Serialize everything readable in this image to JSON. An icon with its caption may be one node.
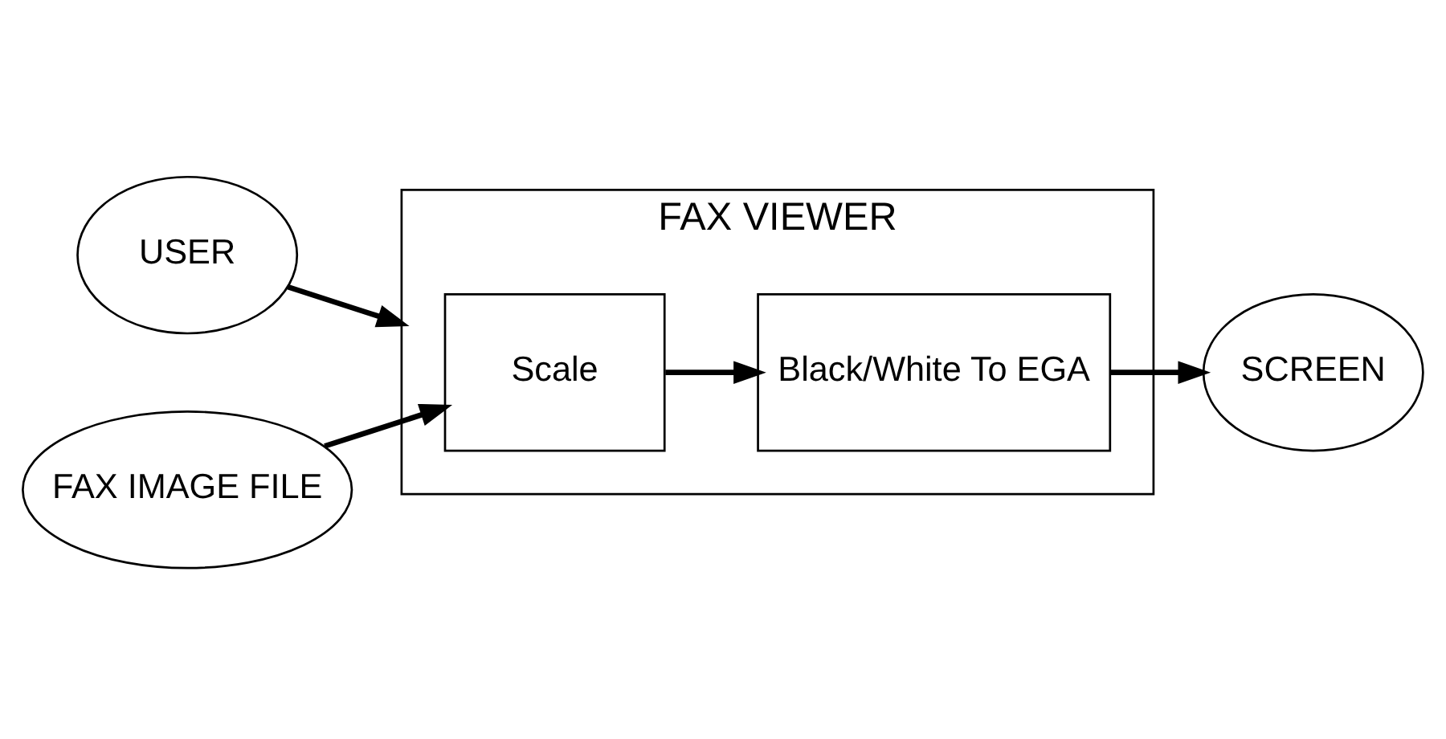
{
  "diagram": {
    "nodes": [
      {
        "text": [
          "USER"
        ]
      },
      {
        "text": [
          "FAX VIEWER"
        ]
      },
      {
        "text": [
          "FAX IMAGE FILE"
        ]
      },
      {
        "text": [
          "Scale"
        ],
        "in": 1
      },
      {
        "text": [
          "Black/White To EGA"
        ],
        "in": 1
      },
      {
        "text": [
          "SCREEN"
        ]
      }
    ],
    "edges": [
      {
        "from": 0,
        "to": 1,
        "arrow": "to"
      },
      {
        "from": 2,
        "to": 3,
        "arrow": "to"
      },
      {
        "from": 3,
        "to": 4,
        "arrow": "to"
      },
      {
        "from": 4,
        "to": 5,
        "arrow": "to"
      }
    ]
  }
}
